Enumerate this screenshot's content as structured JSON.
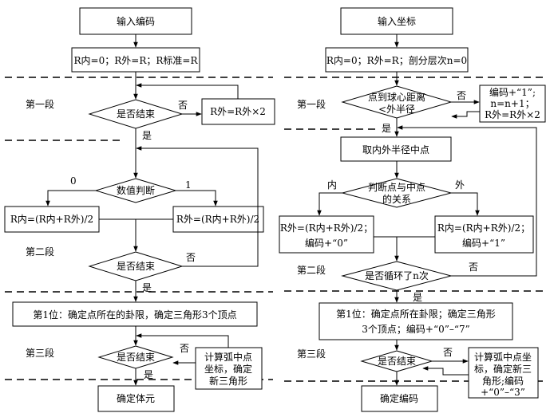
{
  "left": {
    "input": "输入编码",
    "init": "R内=0；R外=R；R标准=R",
    "seg1": "第一段",
    "end1_q": "是否结束",
    "no1": "否",
    "rout_x2": "R外=R外×2",
    "yes1": "是",
    "judge": "数值判断",
    "zero": "0",
    "one": "1",
    "rin_mid": "R内=(R内+R外)/2",
    "rout_mid": "R外=(R内+R外)/2",
    "seg2": "第二段",
    "end2_q": "是否结束",
    "no2": "否",
    "yes2": "是",
    "first_bit": "第1位：确定点所在的卦限，确定三角形3个顶点",
    "seg3": "第三段",
    "end3_q": "是否结束",
    "no3": "否",
    "calc_1": "计算弧中点",
    "calc_2": "坐标，确定",
    "calc_3": "新三角形",
    "yes3": "是",
    "output": "确定体元"
  },
  "right": {
    "input": "输入坐标",
    "init": "R内=0；R外=R；剖分层次n=0",
    "seg1": "第一段",
    "q1_1": "点到球心距离",
    "q1_2": "<外半径",
    "no1": "否",
    "box1_1": "编码+“1”;",
    "box1_2": "n=n+1；",
    "box1_3": "R外=R外×2",
    "yes1": "是",
    "midpoint": "取内外半径中点",
    "judge_1": "判断点与中点",
    "judge_2": "的关系",
    "inner": "内",
    "outer": "外",
    "left_box_1": "R外=(R内+R外)/2；",
    "left_box_2": "编码+“0”",
    "right_box_1": "R内=(R内+R外)/2；",
    "right_box_2": "编码+“1”",
    "seg2": "第二段",
    "loop_q": "是否循环了n次",
    "no2": "否",
    "yes2": "是",
    "first_1": "第1位：确定点所在卦限；确定三角形",
    "first_2": "3个顶点；编码+“0”–“7”",
    "seg3": "第三段",
    "end_q": "是否结束",
    "no3": "否",
    "calc_1": "计算弧中点坐",
    "calc_2": "标，确定新三",
    "calc_3": "角形;编码",
    "calc_4": "+“0”–“3”",
    "output": "确定编码"
  }
}
